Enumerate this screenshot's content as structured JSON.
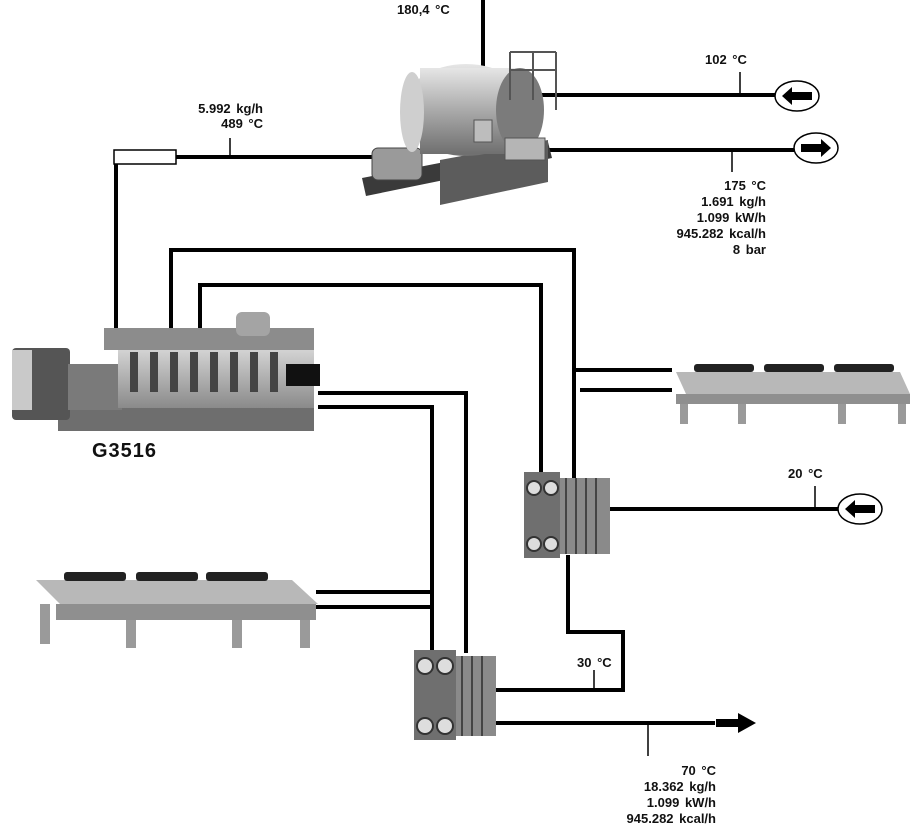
{
  "engine": {
    "model": "G3516"
  },
  "labels": {
    "stack_temp": "180,4 °C",
    "exhaust_flow": "5.992 kg/h",
    "exhaust_temp": "489 °C",
    "feedwater_temp": "102 °C",
    "steam_temp": "175 °C",
    "steam_flow": "1.691 kg/h",
    "steam_power": "1.099 kW/h",
    "steam_heat": "945.282 kcal/h",
    "steam_pressure": "8 bar",
    "cold_inlet_temp": "20 °C",
    "loop_temp": "30 °C",
    "hot_outlet_temp": "70 °C",
    "hot_flow": "18.362 kg/h",
    "hot_power": "1.099 kW/h",
    "hot_heat": "945.282 kcal/h"
  }
}
